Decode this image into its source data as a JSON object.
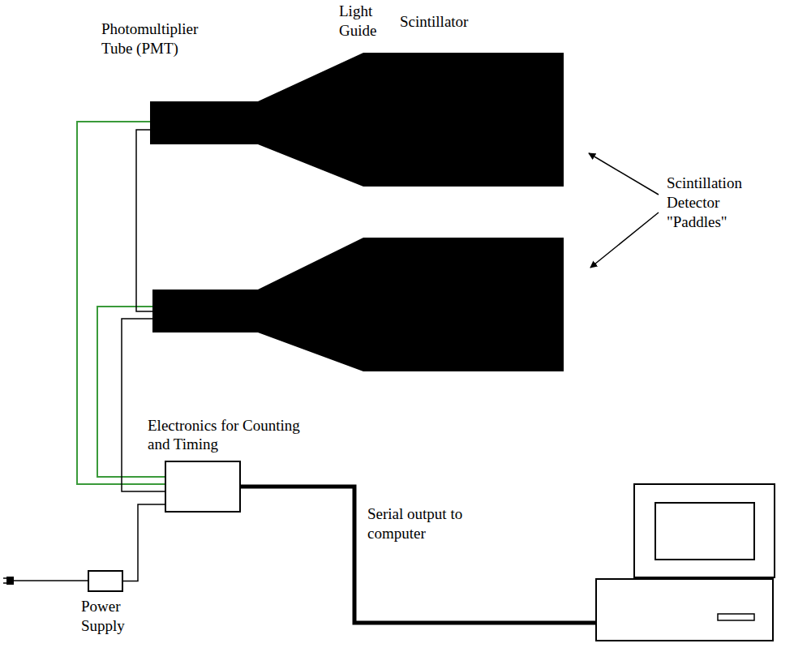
{
  "diagram": {
    "nodes": [
      {
        "text": [
          "Electronics for Counting and Timing"
        ]
      },
      {
        "text": [
          "Power Supply"
        ]
      }
    ],
    "edges": [
      {
        "from": 1,
        "to": 0,
        "arrow": "none"
      }
    ],
    "labels": [
      "Photomultiplier Tube (PMT)",
      "Light Guide",
      "Scintillator",
      "Scintillation Detector \"Paddles\"",
      "Serial output to computer"
    ]
  }
}
